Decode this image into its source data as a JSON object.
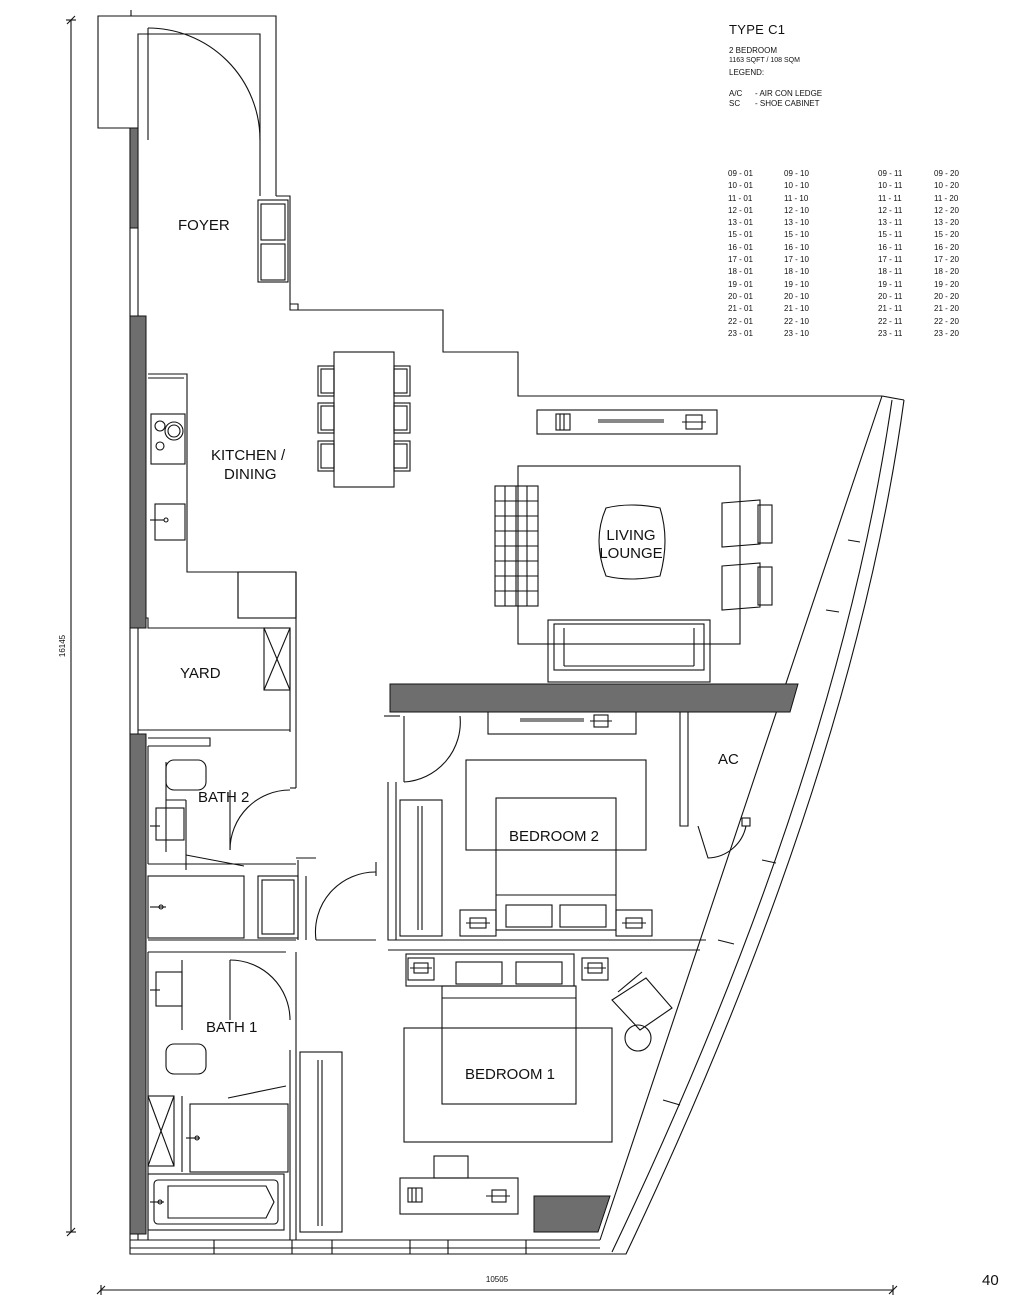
{
  "header": {
    "type_title": "TYPE C1",
    "bedrooms": "2 BEDROOM",
    "area": "1163 SQFT / 108 SQM",
    "legend_title": "LEGEND:",
    "legend": [
      {
        "code": "A/C",
        "desc": "- AIR CON LEDGE"
      },
      {
        "code": "SC",
        "desc": "- SHOE CABINET"
      }
    ]
  },
  "unit_columns": [
    [
      "09 - 01",
      "10 - 01",
      "11 - 01",
      "12 - 01",
      "13 - 01",
      "15 - 01",
      "16 - 01",
      "17 - 01",
      "18 - 01",
      "19 - 01",
      "20 - 01",
      "21 - 01",
      "22 - 01",
      "23 - 01"
    ],
    [
      "09 - 10",
      "10 - 10",
      "11 - 10",
      "12 - 10",
      "13 - 10",
      "15 - 10",
      "16 - 10",
      "17 - 10",
      "18 - 10",
      "19 - 10",
      "20 - 10",
      "21 - 10",
      "22 - 10",
      "23 - 10"
    ],
    [
      "09 - 11",
      "10 - 11",
      "11 - 11",
      "12 - 11",
      "13 - 11",
      "15 - 11",
      "16 - 11",
      "17 - 11",
      "18 - 11",
      "19 - 11",
      "20 - 11",
      "21 - 11",
      "22 - 11",
      "23 - 11"
    ],
    [
      "09 - 20",
      "10 - 20",
      "11 - 20",
      "12 - 20",
      "13 - 20",
      "15 - 20",
      "16 - 20",
      "17 - 20",
      "18 - 20",
      "19 - 20",
      "20 - 20",
      "21 - 20",
      "22 - 20",
      "23 - 20"
    ]
  ],
  "rooms": {
    "foyer": "FOYER",
    "kitchen_1": "KITCHEN /",
    "kitchen_2": "DINING",
    "living_1": "LIVING",
    "living_2": "LOUNGE",
    "yard": "YARD",
    "ac": "AC",
    "bath2": "BATH 2",
    "bedroom2": "BEDROOM 2",
    "bath1": "BATH 1",
    "bedroom1": "BEDROOM 1"
  },
  "dimensions": {
    "height": "16145",
    "width": "10505"
  },
  "page_number": "40",
  "colors": {
    "wall_fill": "#6e6e6e",
    "line": "#111111"
  }
}
